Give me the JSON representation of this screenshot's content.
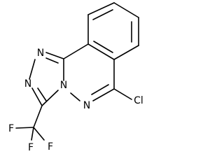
{
  "molecule": {
    "atoms": {
      "n1": "N",
      "n2": "N",
      "n4": "N",
      "n5": "N",
      "cl": "Cl",
      "f1": "F",
      "f2": "F",
      "f3": "F"
    }
  }
}
